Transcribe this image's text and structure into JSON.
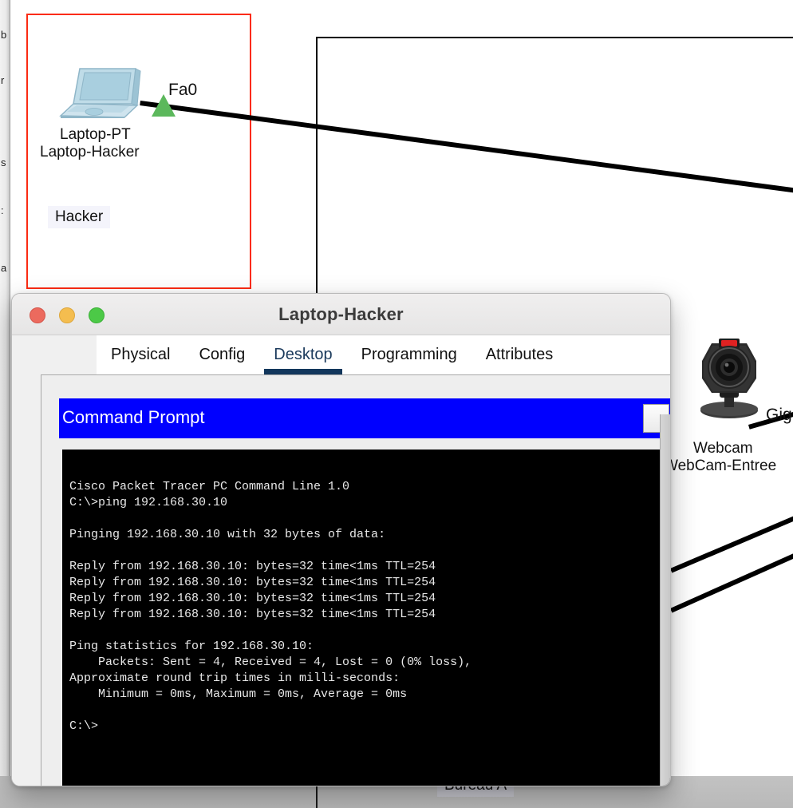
{
  "workspace": {
    "hacker_zone": {
      "device_type_label": "Laptop-PT",
      "device_name_label": "Laptop-Hacker",
      "port_label": "Fa0",
      "zone_label": "Hacker",
      "zone_border_color": "#fb2b12"
    },
    "right_zone": {
      "device_type_label": "Webcam",
      "device_name_label": "WebCam-Entree",
      "port_label": "Gig",
      "zone_border_color": "#000000"
    },
    "bottom_zone_label": "Bureau A",
    "rail_glyphs": [
      "b",
      "r",
      "s",
      ":",
      "a"
    ]
  },
  "window": {
    "title": "Laptop-Hacker",
    "traffic_lights": [
      {
        "name": "close",
        "color": "#ec6a5e"
      },
      {
        "name": "minimize",
        "color": "#f4bd4f"
      },
      {
        "name": "zoom",
        "color": "#4cc947"
      }
    ],
    "tabs": [
      {
        "label": "Physical",
        "active": false
      },
      {
        "label": "Config",
        "active": false
      },
      {
        "label": "Desktop",
        "active": true
      },
      {
        "label": "Programming",
        "active": false
      },
      {
        "label": "Attributes",
        "active": false
      }
    ],
    "active_tab_color": "#12375c"
  },
  "command_prompt": {
    "title": "Command Prompt",
    "title_bg_color": "#0000ff",
    "title_text_color": "#ffffff",
    "close_button_label": "",
    "terminal_bg_color": "#000000",
    "terminal_text_color": "#e8e8e8",
    "lines": [
      "",
      "Cisco Packet Tracer PC Command Line 1.0",
      "C:\\>ping 192.168.30.10",
      "",
      "Pinging 192.168.30.10 with 32 bytes of data:",
      "",
      "Reply from 192.168.30.10: bytes=32 time<1ms TTL=254",
      "Reply from 192.168.30.10: bytes=32 time<1ms TTL=254",
      "Reply from 192.168.30.10: bytes=32 time<1ms TTL=254",
      "Reply from 192.168.30.10: bytes=32 time<1ms TTL=254",
      "",
      "Ping statistics for 192.168.30.10:",
      "    Packets: Sent = 4, Received = 4, Lost = 0 (0% loss),",
      "Approximate round trip times in milli-seconds:",
      "    Minimum = 0ms, Maximum = 0ms, Average = 0ms",
      "",
      "C:\\>"
    ]
  }
}
